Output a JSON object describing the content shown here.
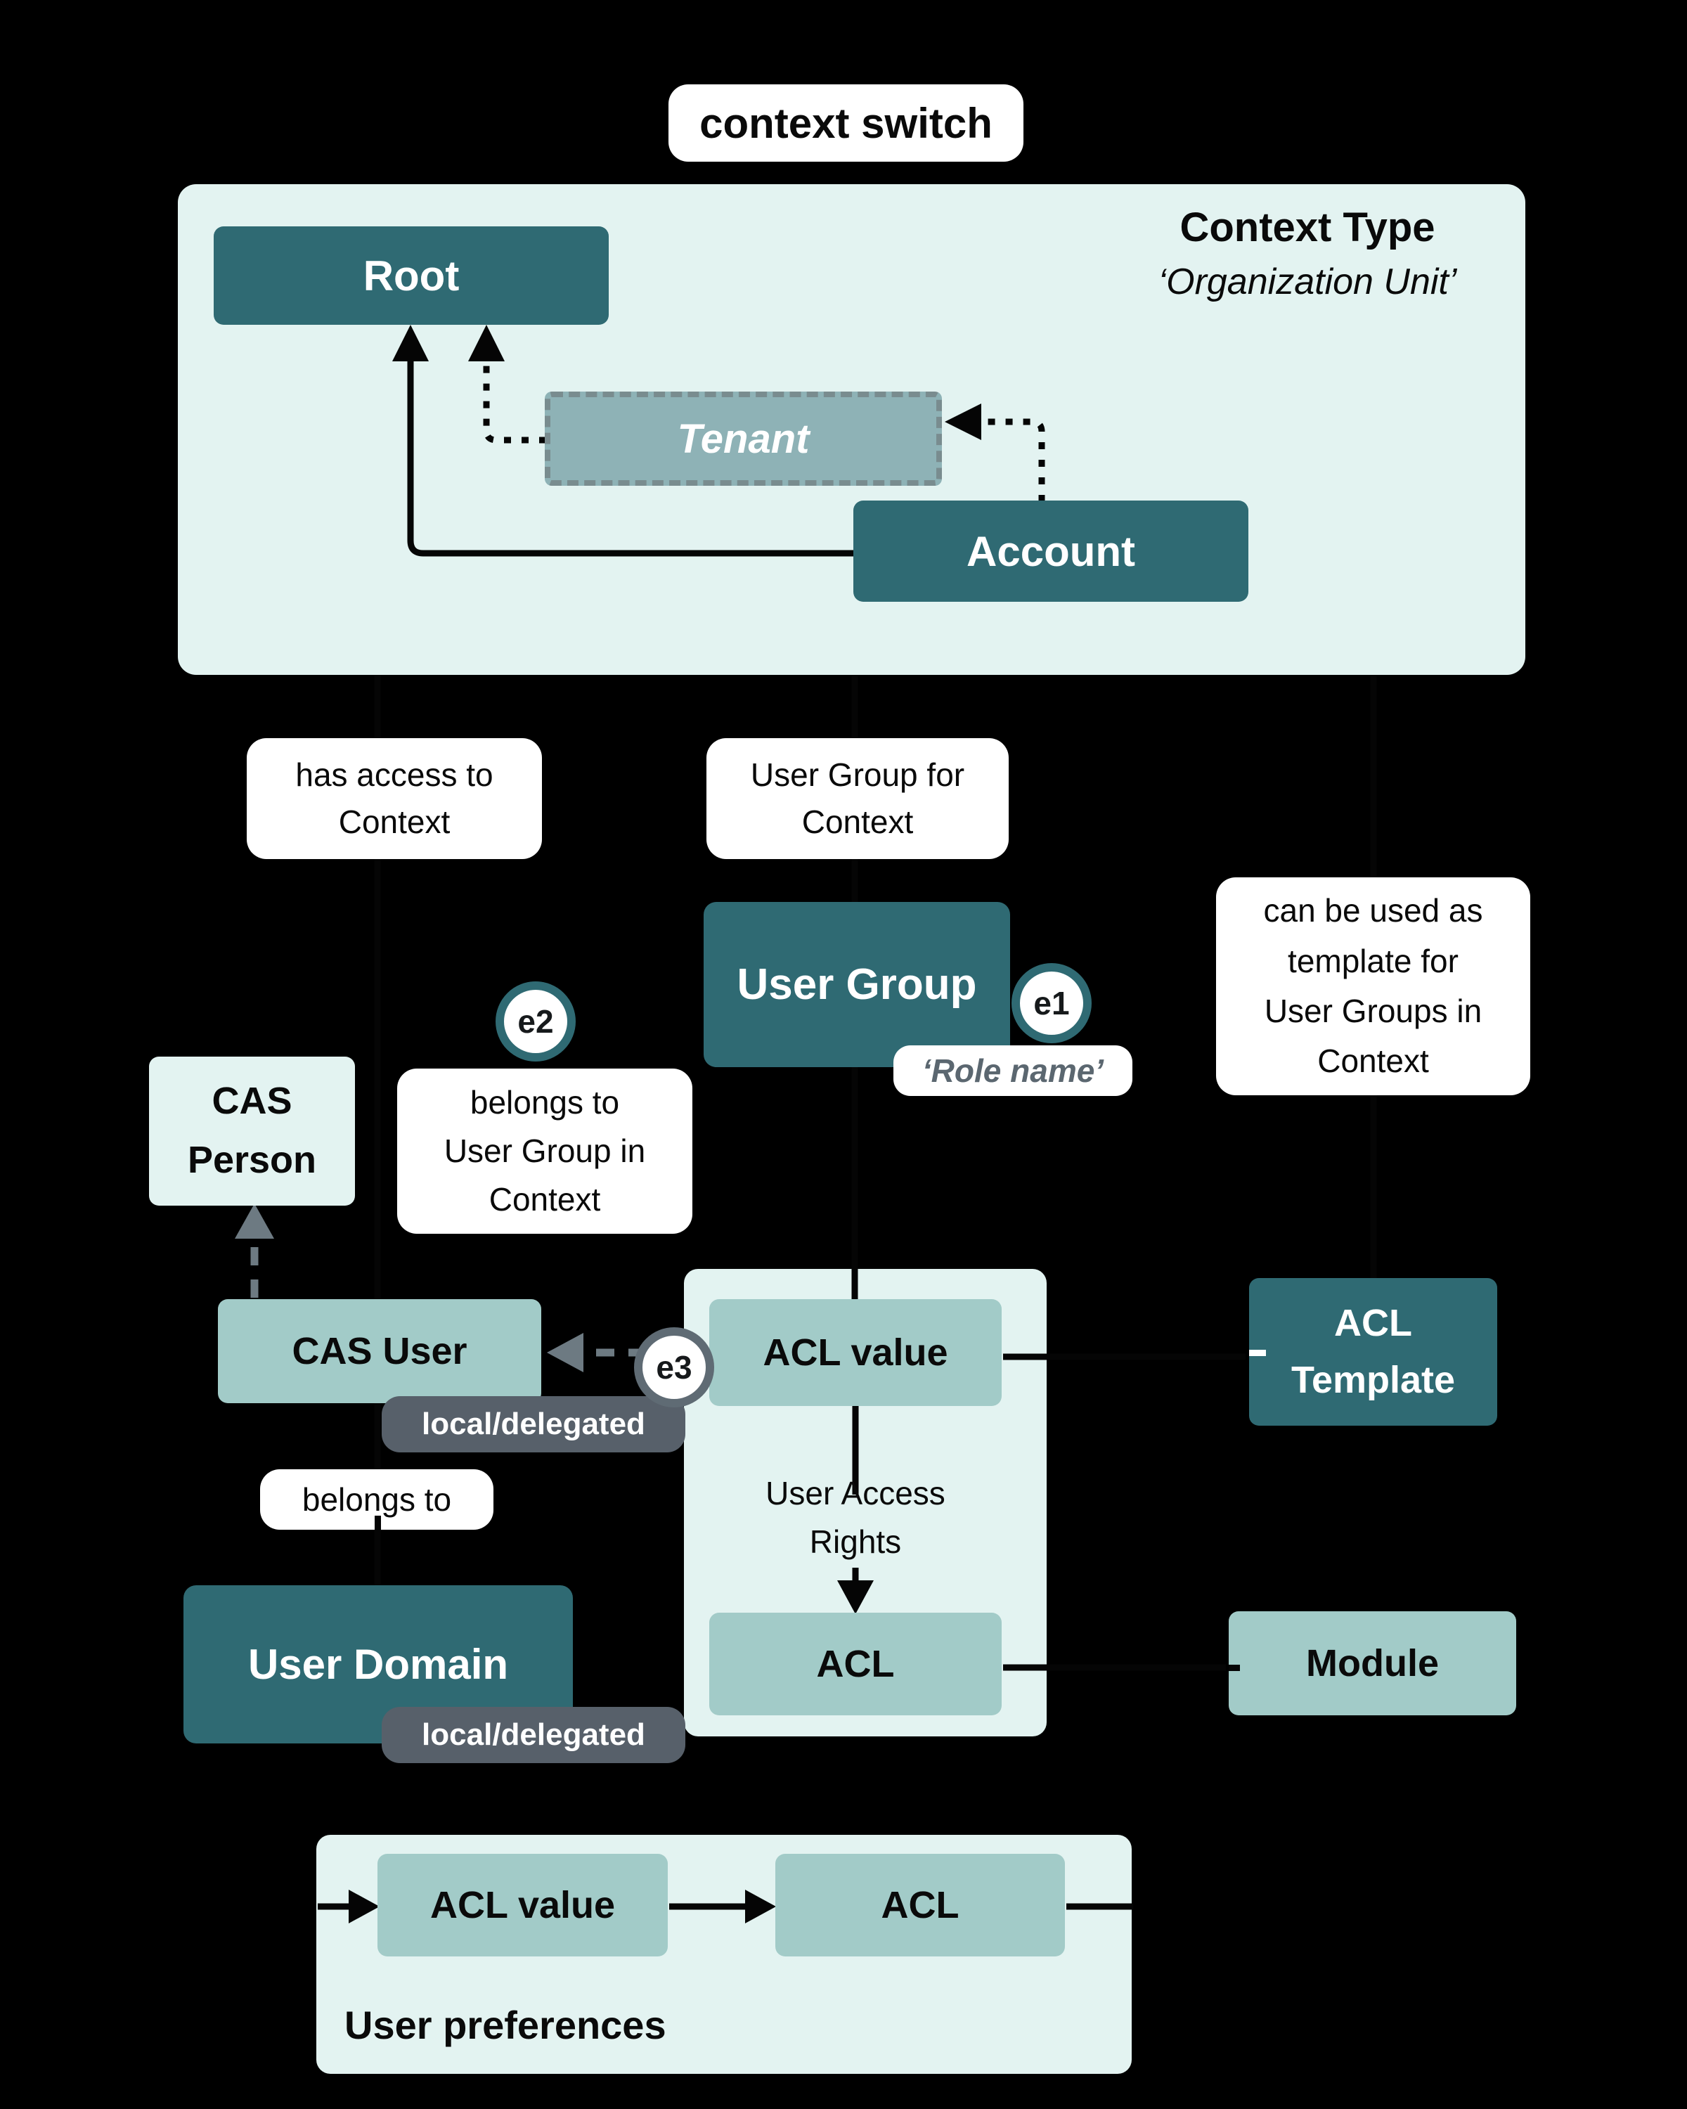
{
  "title_bubble": "context switch",
  "context_box": {
    "type_title": "Context Type",
    "type_subtitle": "‘Organization Unit’",
    "root": "Root",
    "tenant": "Tenant",
    "account": "Account"
  },
  "bubbles": {
    "has_access": [
      "has access to",
      "Context"
    ],
    "ug_for_context": [
      "User Group for",
      "Context"
    ],
    "can_template": [
      "can be used as",
      "template for",
      "User Groups in",
      "Context"
    ],
    "belongs_ug": [
      "belongs to",
      "User Group in",
      "Context"
    ],
    "belongs_to": "belongs to",
    "role_name": "‘Role name’"
  },
  "badges": {
    "e1": "e1",
    "e2": "e2",
    "e3": "e3"
  },
  "nodes": {
    "user_group": "User Group",
    "cas_person": [
      "CAS",
      "Person"
    ],
    "cas_user": "CAS User",
    "user_domain": "User Domain",
    "acl_value_mid": "ACL value",
    "acl_mid": "ACL",
    "acl_template": [
      "ACL",
      "Template"
    ],
    "module": "Module",
    "acl_value_bottom": "ACL value",
    "acl_bottom": "ACL"
  },
  "pills": {
    "local_delegated_user": "local/delegated",
    "local_delegated_domain": "local/delegated"
  },
  "texts": {
    "user_access_rights": [
      "User Access",
      "Rights"
    ],
    "user_preferences": "User preferences"
  },
  "colors": {
    "dark_teal": "#2f6a73",
    "light_teal": "#a2cbc8",
    "panel": "#e3f3f1",
    "tenant_fill": "#8eb2b6",
    "tenant_border": "#798c8f",
    "gray_pill": "#57606a",
    "gray_line": "#6d7a82",
    "e3_ring": "#5f6b74",
    "role_text": "#5b6770",
    "background": "#000000"
  }
}
